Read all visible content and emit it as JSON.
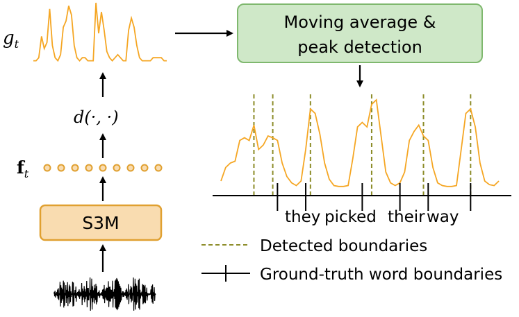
{
  "colors": {
    "signal": "#f5a623",
    "box_fill": "#f9dcb0",
    "box_stroke": "#e0a030",
    "module_fill": "#cfe8c8",
    "module_stroke": "#7fb86e",
    "detected": "#8c8c28",
    "ink": "#000000"
  },
  "pipeline": {
    "g_label": "g",
    "g_sub": "t",
    "d_label": "d(·, ·)",
    "f_label": "f",
    "f_sub": "t",
    "s3m_label": "S3M"
  },
  "module": {
    "line1": "Moving average &",
    "line2": "peak detection"
  },
  "words": [
    "they",
    "picked",
    "their",
    "way"
  ],
  "legend": {
    "detected": "Detected boundaries",
    "ground_truth": "Ground-truth word boundaries"
  },
  "signals": {
    "raw_g": [
      0.05,
      0.05,
      0.1,
      0.45,
      0.25,
      0.35,
      0.9,
      0.3,
      0.1,
      0.05,
      0.15,
      0.6,
      0.7,
      0.95,
      0.8,
      0.3,
      0.1,
      0.05,
      0.1,
      0.1,
      0.05,
      0.05,
      0.05,
      1.0,
      0.5,
      0.85,
      0.55,
      0.2,
      0.1,
      0.05,
      0.1,
      0.15,
      0.1,
      0.05,
      0.05,
      0.55,
      0.75,
      0.6,
      0.3,
      0.1,
      0.05,
      0.05,
      0.05,
      0.05,
      0.1,
      0.1,
      0.1,
      0.1,
      0.05,
      0.05
    ],
    "smoothed": [
      0.1,
      0.25,
      0.3,
      0.32,
      0.55,
      0.58,
      0.55,
      0.72,
      0.45,
      0.5,
      0.6,
      0.58,
      0.55,
      0.3,
      0.15,
      0.08,
      0.05,
      0.1,
      0.45,
      0.9,
      0.85,
      0.62,
      0.3,
      0.12,
      0.05,
      0.04,
      0.04,
      0.05,
      0.35,
      0.7,
      0.75,
      0.7,
      0.95,
      1.0,
      0.6,
      0.2,
      0.08,
      0.05,
      0.08,
      0.2,
      0.55,
      0.65,
      0.72,
      0.6,
      0.55,
      0.25,
      0.08,
      0.05,
      0.04,
      0.04,
      0.05,
      0.45,
      0.85,
      0.9,
      0.7,
      0.3,
      0.1,
      0.06,
      0.05,
      0.1
    ],
    "detected_peaks": [
      7,
      11,
      19,
      32,
      43,
      53
    ],
    "ground_truth_index": [
      12,
      18,
      30,
      38,
      44,
      53
    ]
  }
}
